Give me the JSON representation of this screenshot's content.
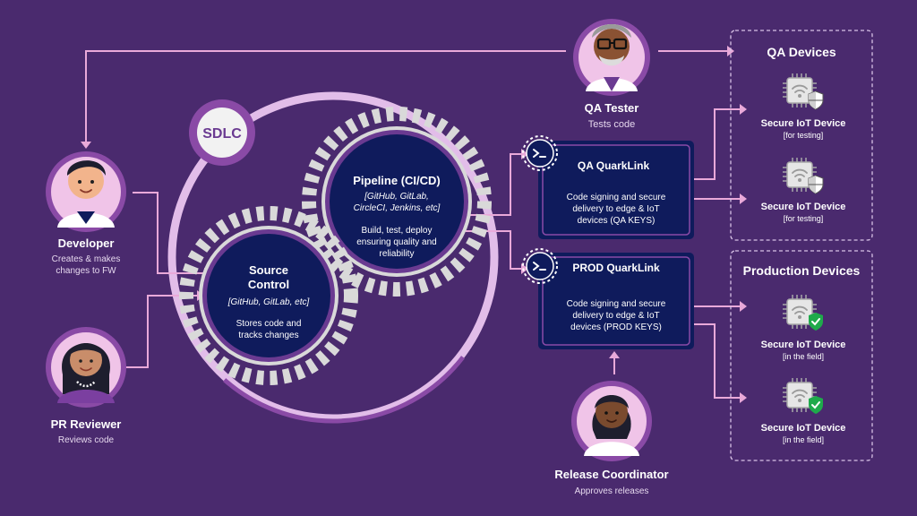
{
  "colors": {
    "background": "#4a2a6e",
    "ring": "#8a4aa6",
    "ring_light": "#e2bde9",
    "connector": "#e9a9d9",
    "navy": "#0f1b5c",
    "gear": "#d9d9d9",
    "check": "#1faa4b"
  },
  "sdlc_label": "SDLC",
  "people": {
    "qa_tester": {
      "name": "QA Tester",
      "role": "Tests code"
    },
    "developer": {
      "name": "Developer",
      "role_line1": "Creates & makes",
      "role_line2": "changes to FW"
    },
    "pr_reviewer": {
      "name": "PR Reviewer",
      "role": "Reviews code"
    },
    "release_coordinator": {
      "name": "Release Coordinator",
      "role": "Approves releases"
    }
  },
  "source_control": {
    "title_line1": "Source",
    "title_line2": "Control",
    "tools": "[GitHub, GitLab, etc]",
    "desc_line1": "Stores code and",
    "desc_line2": "tracks changes"
  },
  "pipeline": {
    "title": "Pipeline (CI/CD)",
    "tools_line1": "[GitHub, GitLab,",
    "tools_line2": "CircleCI, Jenkins, etc]",
    "desc_line1": "Build, test, deploy",
    "desc_line2": "ensuring quality and",
    "desc_line3": "reliability"
  },
  "qa_quarklink": {
    "title": "QA QuarkLink",
    "desc_line1": "Code signing and secure",
    "desc_line2": "delivery to edge & IoT",
    "desc_line3": "devices  (QA KEYS)",
    "icon": "terminal-icon"
  },
  "prod_quarklink": {
    "title": "PROD QuarkLink",
    "desc_line1": "Code signing and secure",
    "desc_line2": "delivery to edge & IoT",
    "desc_line3": "devices  (PROD KEYS)",
    "icon": "terminal-icon"
  },
  "qa_devices": {
    "title": "QA Devices",
    "devices": [
      {
        "name": "Secure IoT Device",
        "note": "[for testing]",
        "icon": "shield-icon"
      },
      {
        "name": "Secure IoT Device",
        "note": "[for testing]",
        "icon": "shield-icon"
      }
    ]
  },
  "production_devices": {
    "title": "Production Devices",
    "devices": [
      {
        "name": "Secure IoT Device",
        "note": "[in the field]",
        "icon": "check-shield-icon"
      },
      {
        "name": "Secure IoT Device",
        "note": "[in the field]",
        "icon": "check-shield-icon"
      }
    ]
  }
}
